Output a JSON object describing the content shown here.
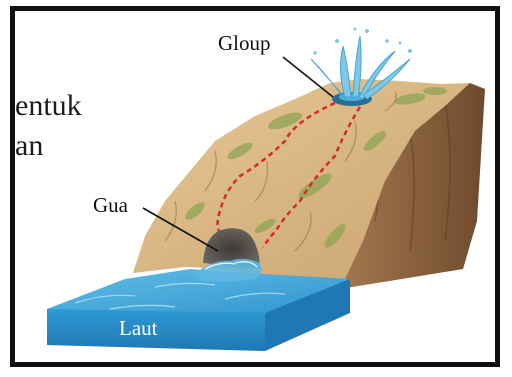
{
  "background_text": {
    "line1": "entuk",
    "line2": "an"
  },
  "labels": {
    "gloup": "Gloup",
    "gua": "Gua",
    "laut": "Laut"
  },
  "colors": {
    "sea_top": "#3aa6d8",
    "sea_side": "#2a8fc8",
    "cliff_top": "#d9b987",
    "cliff_side": "#8b6442",
    "vegetation": "#8ea553",
    "tunnel_path": "#d8282f",
    "water_spray": "#7fc7e8"
  }
}
